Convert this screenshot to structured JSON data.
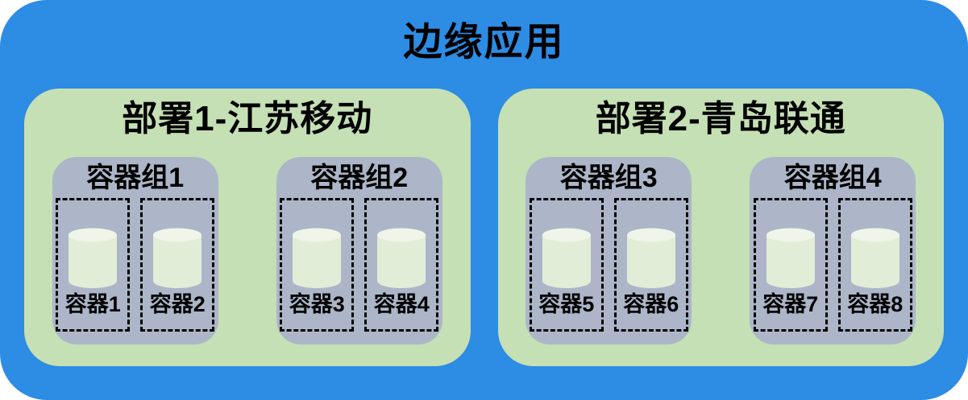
{
  "app": {
    "title": "边缘应用",
    "deployments": [
      {
        "label": "部署1-江苏移动",
        "groups": [
          {
            "label": "容器组1",
            "containers": [
              {
                "label": "容器1",
                "icon": "database-cylinder"
              },
              {
                "label": "容器2",
                "icon": "database-cylinder"
              }
            ]
          },
          {
            "label": "容器组2",
            "containers": [
              {
                "label": "容器3",
                "icon": "database-cylinder"
              },
              {
                "label": "容器4",
                "icon": "database-cylinder"
              }
            ]
          }
        ]
      },
      {
        "label": "部署2-青岛联通",
        "groups": [
          {
            "label": "容器组3",
            "containers": [
              {
                "label": "容器5",
                "icon": "database-cylinder"
              },
              {
                "label": "容器6",
                "icon": "database-cylinder"
              }
            ]
          },
          {
            "label": "容器组4",
            "containers": [
              {
                "label": "容器7",
                "icon": "database-cylinder"
              },
              {
                "label": "容器8",
                "icon": "database-cylinder"
              }
            ]
          }
        ]
      }
    ]
  },
  "colors": {
    "app_background": "#2D8CE4",
    "deployment_background": "#C5E0B4",
    "group_background": "#ACB6C8",
    "container_border": "#000000",
    "cylinder_body": "#E2EDD8",
    "cylinder_top": "#EFF5E9",
    "text": "#000000"
  }
}
